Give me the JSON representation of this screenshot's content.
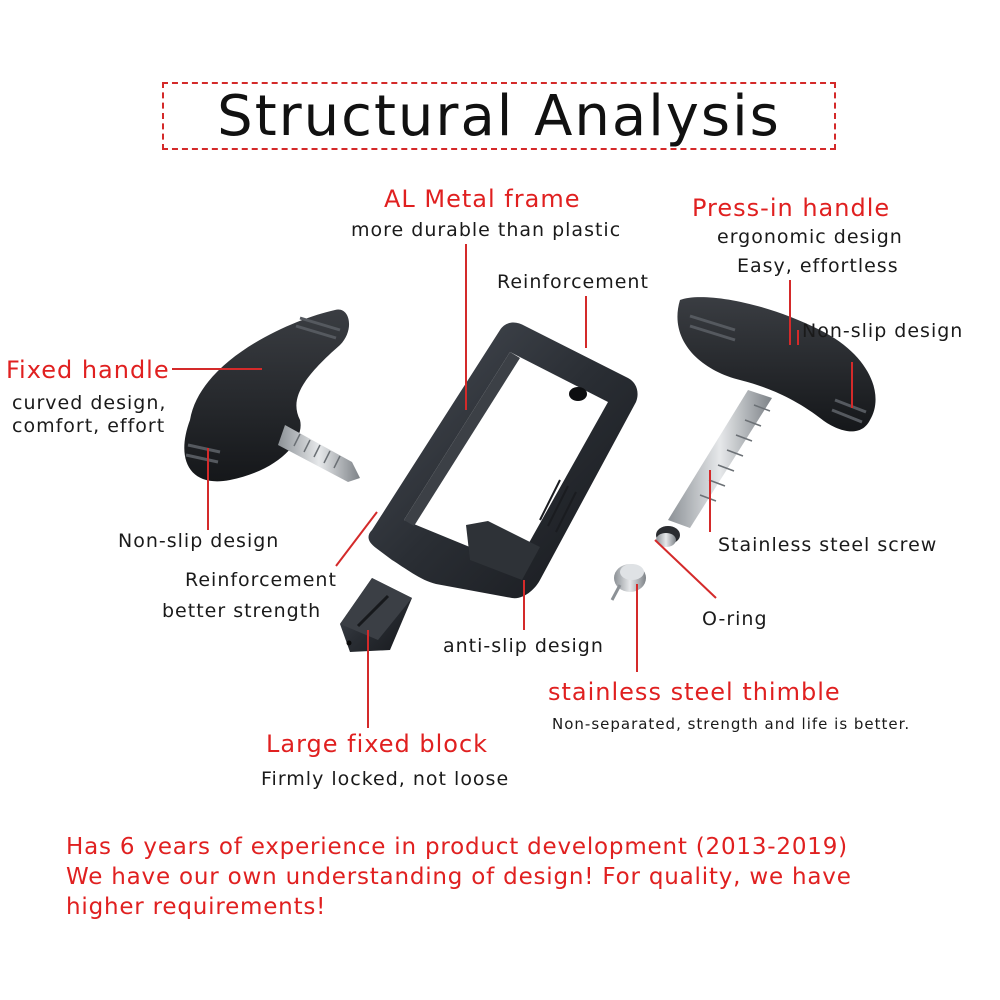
{
  "title": "Structural Analysis",
  "labels": {
    "al_frame_title": "AL Metal frame",
    "al_frame_sub": "more durable than plastic",
    "press_handle_title": "Press-in handle",
    "press_handle_sub1": "ergonomic design",
    "press_handle_sub2": "Easy, effortless",
    "reinforcement_top": "Reinforcement",
    "non_slip_right": "Non-slip design",
    "fixed_handle_title": "Fixed handle",
    "fixed_handle_sub1": "curved design,",
    "fixed_handle_sub2": "comfort, effort",
    "non_slip_left": "Non-slip design",
    "reinforcement_left_1": "Reinforcement",
    "reinforcement_left_2": "better strength",
    "stainless_screw": "Stainless steel screw",
    "o_ring": "O-ring",
    "anti_slip": "anti-slip design",
    "thimble_title": "stainless steel thimble",
    "thimble_sub": "Non-separated, strength and life is better.",
    "block_title": "Large fixed block",
    "block_sub": "Firmly locked, not loose"
  },
  "footer": {
    "line1": "Has 6 years of experience in product development (2013-2019)",
    "line2": "We have our own understanding of design! For quality, we have",
    "line3": "higher requirements!"
  },
  "colors": {
    "accent": "#e02020",
    "part": "#2b2f35",
    "steel": "#b9bdc2"
  }
}
